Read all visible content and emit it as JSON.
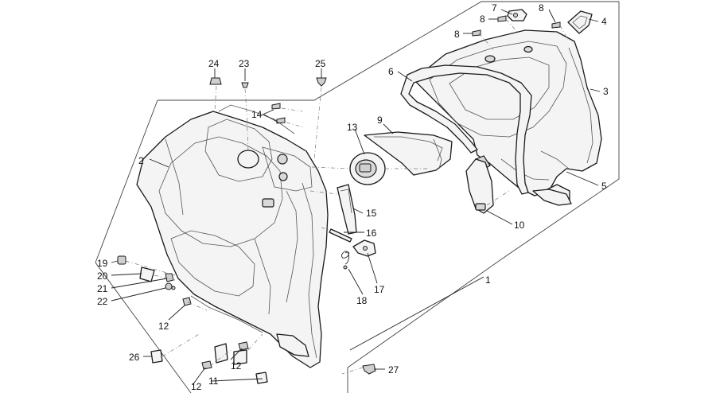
{
  "callouts": [
    {
      "id": "c1",
      "label": "1"
    },
    {
      "id": "c2",
      "label": "2"
    },
    {
      "id": "c3",
      "label": "3"
    },
    {
      "id": "c4",
      "label": "4"
    },
    {
      "id": "c5",
      "label": "5"
    },
    {
      "id": "c6",
      "label": "6"
    },
    {
      "id": "c7",
      "label": "7"
    },
    {
      "id": "c8a",
      "label": "8"
    },
    {
      "id": "c8b",
      "label": "8"
    },
    {
      "id": "c8c",
      "label": "8"
    },
    {
      "id": "c9",
      "label": "9"
    },
    {
      "id": "c10",
      "label": "10"
    },
    {
      "id": "c11",
      "label": "11"
    },
    {
      "id": "c12a",
      "label": "12"
    },
    {
      "id": "c12b",
      "label": "12"
    },
    {
      "id": "c12c",
      "label": "12"
    },
    {
      "id": "c13",
      "label": "13"
    },
    {
      "id": "c14",
      "label": "14"
    },
    {
      "id": "c15",
      "label": "15"
    },
    {
      "id": "c16",
      "label": "16"
    },
    {
      "id": "c17",
      "label": "17"
    },
    {
      "id": "c18",
      "label": "18"
    },
    {
      "id": "c19",
      "label": "19"
    },
    {
      "id": "c20",
      "label": "20"
    },
    {
      "id": "c21",
      "label": "21"
    },
    {
      "id": "c22",
      "label": "22"
    },
    {
      "id": "c23",
      "label": "23"
    },
    {
      "id": "c24",
      "label": "24"
    },
    {
      "id": "c25",
      "label": "25"
    },
    {
      "id": "c26",
      "label": "26"
    },
    {
      "id": "c27",
      "label": "27"
    }
  ]
}
